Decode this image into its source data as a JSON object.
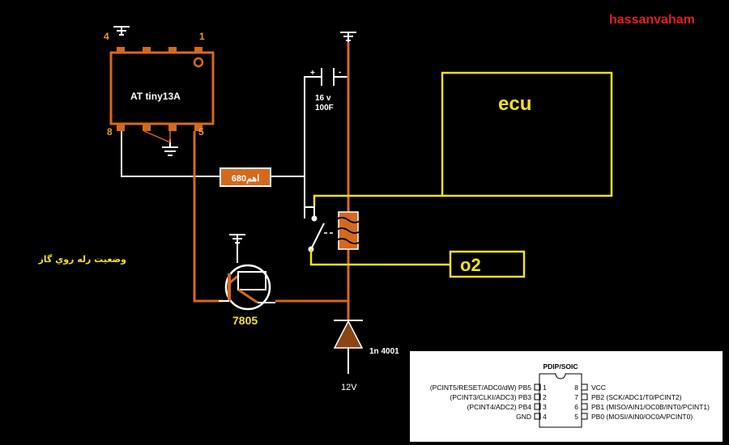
{
  "author": "hassanvaham",
  "ic": {
    "name": "AT  tiny13A",
    "pins": [
      "4",
      "1",
      "8",
      "5"
    ]
  },
  "capacitor": {
    "plus": "+",
    "minus": "-",
    "voltage": "16 v",
    "value": "100F"
  },
  "resistor": {
    "label": "680اهم"
  },
  "ecu": {
    "label": "ecu"
  },
  "o2": {
    "label": "o2"
  },
  "relay_note": "وضعيت رله روي گاز",
  "regulator": {
    "label": "7805"
  },
  "diode": {
    "label": "1n 4001"
  },
  "supply": {
    "label": "12V"
  },
  "pinout": {
    "title": "PDIP/SOIC",
    "left": [
      {
        "text": "(PCINT5/RESET/ADC0/dW) PB5",
        "num": "1"
      },
      {
        "text": "(PCINT3/CLKI/ADC3) PB3",
        "num": "2"
      },
      {
        "text": "(PCINT4/ADC2) PB4",
        "num": "3"
      },
      {
        "text": "GND",
        "num": "4"
      }
    ],
    "right": [
      {
        "text": "VCC",
        "num": "8"
      },
      {
        "text": "PB2 (SCK/ADC1/T0/PCINT2)",
        "num": "7"
      },
      {
        "text": "PB1 (MISO/AIN1/OC0B/INT0/PCINT1)",
        "num": "6"
      },
      {
        "text": "PB0 (MOSI/AIN0/OC0A/PCINT0)",
        "num": "5"
      }
    ]
  },
  "colors": {
    "orange": "#d4691e",
    "yellow": "#f2e21a",
    "white": "#ffffff",
    "author_red": "#e0201a"
  }
}
